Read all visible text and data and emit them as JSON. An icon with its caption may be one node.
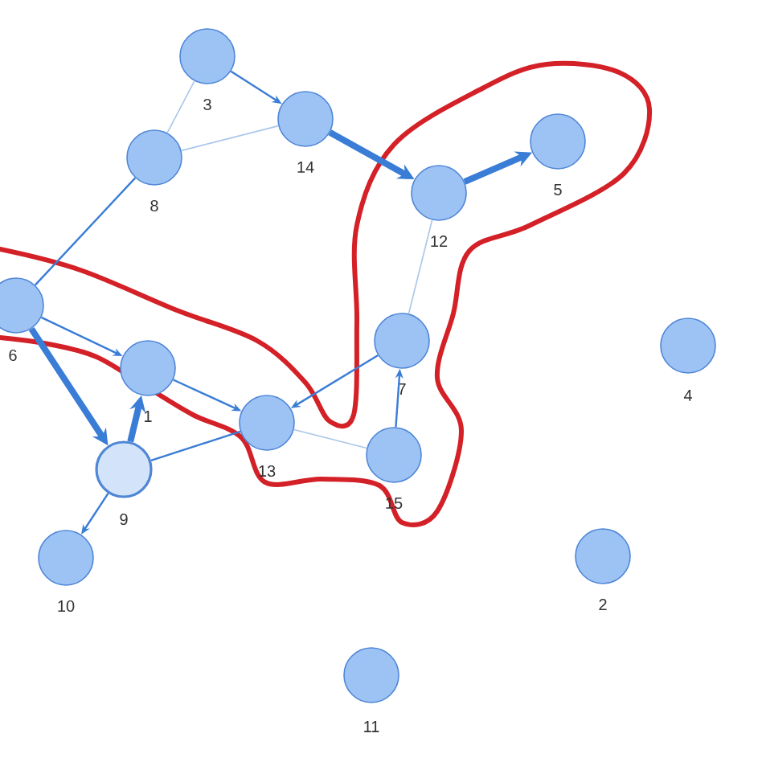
{
  "diagram": {
    "nodes": [
      {
        "text": [
          "1"
        ]
      },
      {
        "text": [
          "2"
        ]
      },
      {
        "text": [
          "3"
        ]
      },
      {
        "text": [
          "4"
        ]
      },
      {
        "text": [
          "5"
        ]
      },
      {
        "text": [
          "6"
        ]
      },
      {
        "text": [
          "7"
        ]
      },
      {
        "text": [
          "8"
        ]
      },
      {
        "text": [
          "9"
        ]
      },
      {
        "text": [
          "10"
        ]
      },
      {
        "text": [
          "11"
        ]
      },
      {
        "text": [
          "12"
        ]
      },
      {
        "text": [
          "13"
        ]
      },
      {
        "text": [
          "14"
        ]
      },
      {
        "text": [
          "15"
        ]
      }
    ],
    "edges": [
      {
        "from": 2,
        "to": 13,
        "arrow": "to"
      },
      {
        "from": 7,
        "to": 2,
        "arrow": "none",
        "color": "#a9c6ea"
      },
      {
        "from": 7,
        "to": 13,
        "arrow": "none",
        "color": "#a9c6ea"
      },
      {
        "from": 5,
        "to": 7,
        "arrow": "none"
      },
      {
        "from": 13,
        "to": 11,
        "arrow": "to",
        "style": "thick"
      },
      {
        "from": 11,
        "to": 4,
        "arrow": "to",
        "style": "thick"
      },
      {
        "from": 11,
        "to": 6,
        "arrow": "none",
        "color": "#a9c6ea"
      },
      {
        "from": 5,
        "to": 0,
        "arrow": "to"
      },
      {
        "from": 5,
        "to": 8,
        "arrow": "to",
        "style": "thick"
      },
      {
        "from": 8,
        "to": 0,
        "arrow": "to",
        "style": "thick"
      },
      {
        "from": 0,
        "to": 12,
        "arrow": "to"
      },
      {
        "from": 8,
        "to": 12,
        "arrow": "none"
      },
      {
        "from": 6,
        "to": 12,
        "arrow": "to"
      },
      {
        "from": 12,
        "to": 14,
        "arrow": "none",
        "color": "#a9c6ea"
      },
      {
        "from": 14,
        "to": 6,
        "arrow": "to"
      },
      {
        "from": 8,
        "to": 9,
        "arrow": "to"
      }
    ]
  }
}
